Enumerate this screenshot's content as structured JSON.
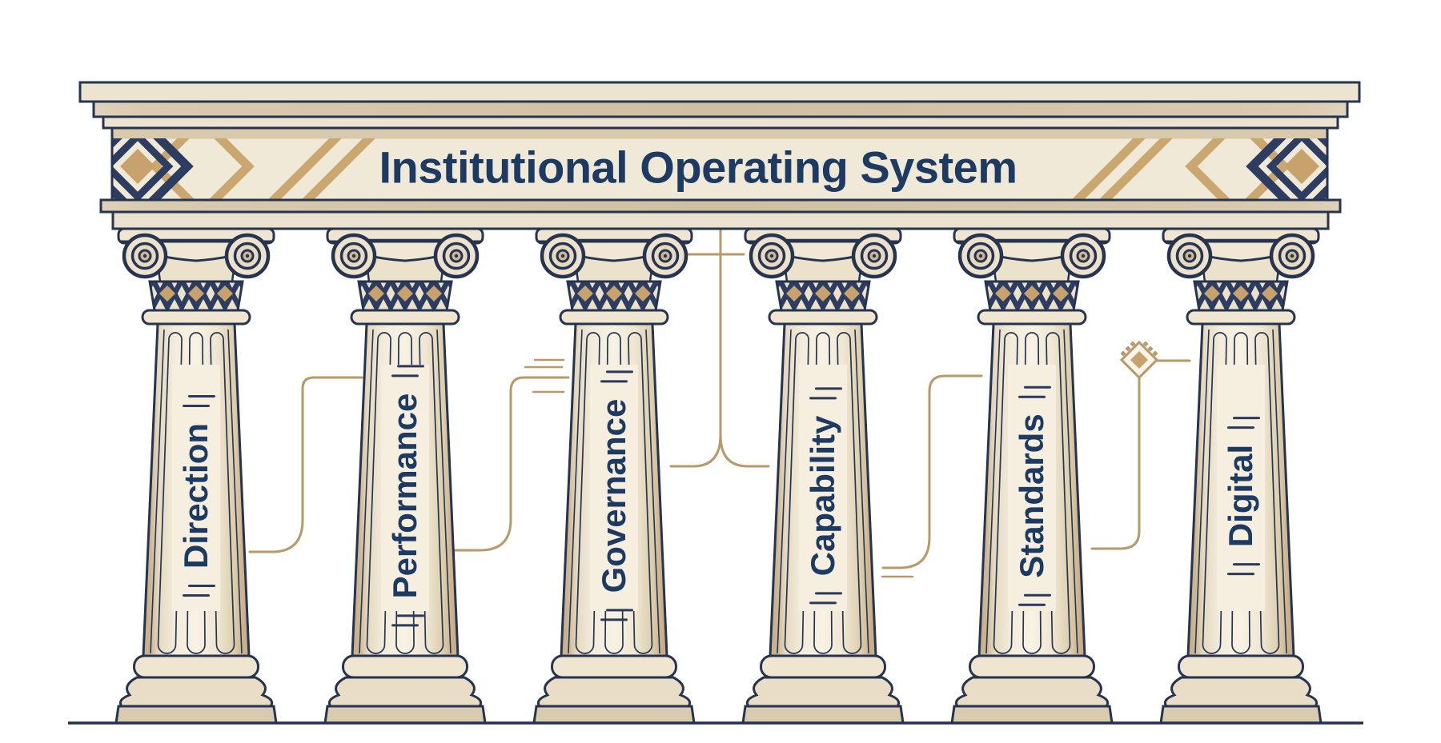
{
  "title": "Institutional Operating System",
  "pillars": [
    {
      "label": "Direction"
    },
    {
      "label": "Performance"
    },
    {
      "label": "Governance"
    },
    {
      "label": "Capability"
    },
    {
      "label": "Standards"
    },
    {
      "label": "Digital"
    }
  ],
  "ornaments": {
    "diamond_stud": "diamond-node-ornament",
    "connector_style": "thin stepped circuit lines"
  },
  "colors": {
    "background": "#ffffff",
    "outline_navy": "#263450",
    "pattern_navy": "#2d3d62",
    "text_navy": "#1d3a63",
    "cream": "#f1e9d8",
    "cream_dark": "#ebe1cf",
    "tan_band": "#d0c0a2",
    "gold_diamond": "#c8a26c",
    "connector_tan": "#b8996a"
  }
}
